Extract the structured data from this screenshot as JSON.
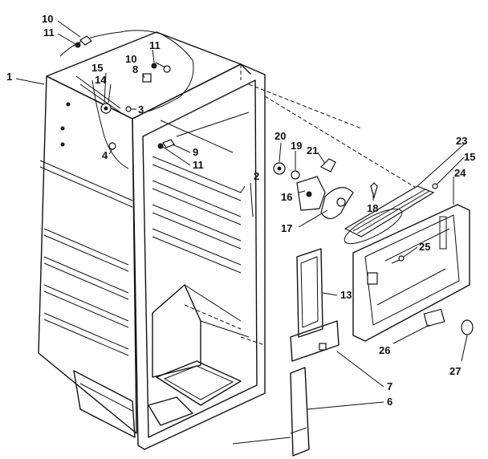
{
  "callouts": [
    {
      "id": "c1",
      "text": "1"
    },
    {
      "id": "c2",
      "text": "2"
    },
    {
      "id": "c3",
      "text": "3"
    },
    {
      "id": "c4",
      "text": "4"
    },
    {
      "id": "c6",
      "text": "6"
    },
    {
      "id": "c7",
      "text": "7"
    },
    {
      "id": "c8",
      "text": "8"
    },
    {
      "id": "c9",
      "text": "9"
    },
    {
      "id": "c10a",
      "text": "10"
    },
    {
      "id": "c10b",
      "text": "10"
    },
    {
      "id": "c11a",
      "text": "11"
    },
    {
      "id": "c11b",
      "text": "11"
    },
    {
      "id": "c11c",
      "text": "11"
    },
    {
      "id": "c13",
      "text": "13"
    },
    {
      "id": "c14",
      "text": "14"
    },
    {
      "id": "c15a",
      "text": "15"
    },
    {
      "id": "c15b",
      "text": "15"
    },
    {
      "id": "c16",
      "text": "16"
    },
    {
      "id": "c17",
      "text": "17"
    },
    {
      "id": "c18",
      "text": "18"
    },
    {
      "id": "c19",
      "text": "19"
    },
    {
      "id": "c20",
      "text": "20"
    },
    {
      "id": "c21",
      "text": "21"
    },
    {
      "id": "c23",
      "text": "23"
    },
    {
      "id": "c24",
      "text": "24"
    },
    {
      "id": "c25",
      "text": "25"
    },
    {
      "id": "c26",
      "text": "26"
    },
    {
      "id": "c27",
      "text": "27"
    }
  ]
}
